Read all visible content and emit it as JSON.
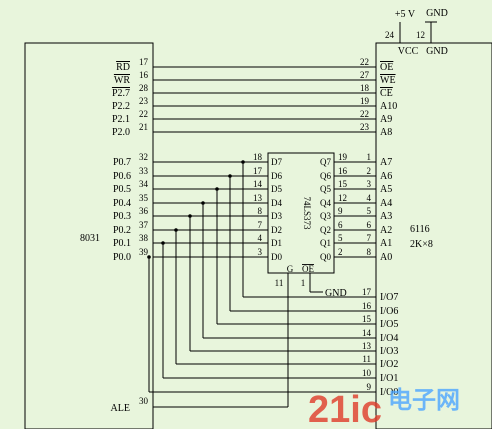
{
  "power": {
    "vcc_supply": "+5 V",
    "gnd_supply": "GND",
    "vcc_pin": "24",
    "gnd_pin": "12",
    "vcc_label": "VCC",
    "gnd_label": "GND"
  },
  "mcu": {
    "name": "8031",
    "ale_label": "ALE",
    "ale_pin": "30"
  },
  "latch": {
    "name": "74LS373",
    "g_label": "G",
    "oe_label": "OE",
    "g_pin": "11",
    "oe_pin": "1",
    "gnd_label": "GND"
  },
  "ram": {
    "name": "6116",
    "organization": "2K×8"
  },
  "control_signals": [
    {
      "mcu_label": "RD",
      "mcu_pin": "17",
      "ram_pin": "22",
      "ram_label": "OE",
      "overline": true
    },
    {
      "mcu_label": "WR",
      "mcu_pin": "16",
      "ram_pin": "27",
      "ram_label": "WE",
      "overline": true
    },
    {
      "mcu_label": "P2.7",
      "mcu_pin": "28",
      "ram_pin": "18",
      "ram_label": "CE",
      "overline": true
    },
    {
      "mcu_label": "P2.2",
      "mcu_pin": "23",
      "ram_pin": "19",
      "ram_label": "A10",
      "overline": false
    },
    {
      "mcu_label": "P2.1",
      "mcu_pin": "22",
      "ram_pin": "22",
      "ram_label": "A9",
      "overline": false
    },
    {
      "mcu_label": "P2.0",
      "mcu_pin": "21",
      "ram_pin": "23",
      "ram_label": "A8",
      "overline": false
    }
  ],
  "data_bus": [
    {
      "mcu_label": "P0.7",
      "mcu_pin": "32",
      "d_pin": "18",
      "d_label": "D7",
      "q_label": "Q7",
      "q_pin": "19",
      "ram_a_pin": "1",
      "ram_a_label": "A7",
      "io_pin": "17",
      "io_label": "I/O7"
    },
    {
      "mcu_label": "P0.6",
      "mcu_pin": "33",
      "d_pin": "17",
      "d_label": "D6",
      "q_label": "Q6",
      "q_pin": "16",
      "ram_a_pin": "2",
      "ram_a_label": "A6",
      "io_pin": "16",
      "io_label": "I/O6"
    },
    {
      "mcu_label": "P0.5",
      "mcu_pin": "34",
      "d_pin": "14",
      "d_label": "D5",
      "q_label": "Q5",
      "q_pin": "15",
      "ram_a_pin": "3",
      "ram_a_label": "A5",
      "io_pin": "15",
      "io_label": "I/O5"
    },
    {
      "mcu_label": "P0.4",
      "mcu_pin": "35",
      "d_pin": "13",
      "d_label": "D4",
      "q_label": "Q4",
      "q_pin": "12",
      "ram_a_pin": "4",
      "ram_a_label": "A4",
      "io_pin": "14",
      "io_label": "I/O4"
    },
    {
      "mcu_label": "P0.3",
      "mcu_pin": "36",
      "d_pin": "8",
      "d_label": "D3",
      "q_label": "Q3",
      "q_pin": "9",
      "ram_a_pin": "5",
      "ram_a_label": "A3",
      "io_pin": "13",
      "io_label": "I/O3"
    },
    {
      "mcu_label": "P0.2",
      "mcu_pin": "37",
      "d_pin": "7",
      "d_label": "D2",
      "q_label": "Q2",
      "q_pin": "6",
      "ram_a_pin": "6",
      "ram_a_label": "A2",
      "io_pin": "11",
      "io_label": "I/O2"
    },
    {
      "mcu_label": "P0.1",
      "mcu_pin": "38",
      "d_pin": "4",
      "d_label": "D1",
      "q_label": "Q1",
      "q_pin": "5",
      "ram_a_pin": "7",
      "ram_a_label": "A1",
      "io_pin": "10",
      "io_label": "I/O1"
    },
    {
      "mcu_label": "P0.0",
      "mcu_pin": "39",
      "d_pin": "3",
      "d_label": "D0",
      "q_label": "Q0",
      "q_pin": "2",
      "ram_a_pin": "8",
      "ram_a_label": "A0",
      "io_pin": "9",
      "io_label": "I/O0"
    }
  ],
  "watermark": {
    "text": "21ic",
    "subtext": "电子网"
  }
}
